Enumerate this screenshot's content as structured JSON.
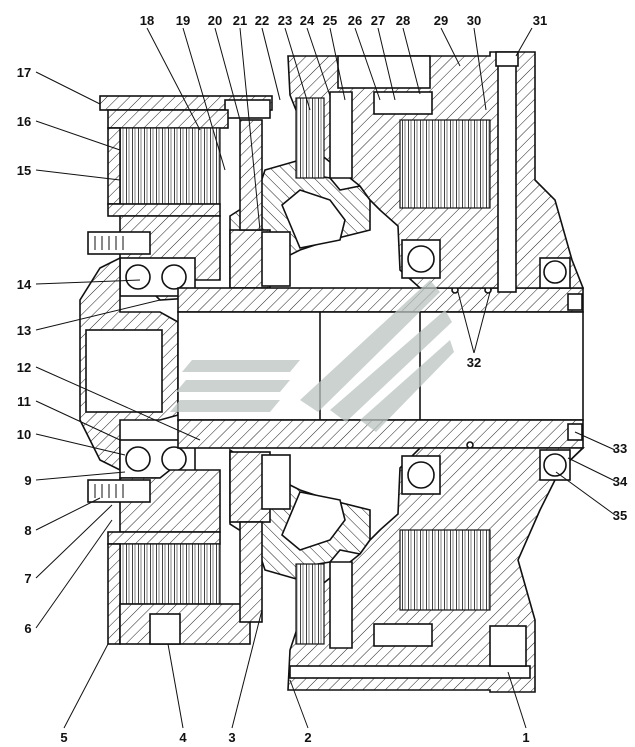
{
  "figure": {
    "type": "mechanical cross-section drawing",
    "subject": "clutch / gearbox assembly",
    "watermark_visible": true
  },
  "top_labels": [
    "18",
    "19",
    "20",
    "21",
    "22",
    "23",
    "24",
    "25",
    "26",
    "27",
    "28",
    "29",
    "30",
    "31"
  ],
  "left_labels": [
    "17",
    "16",
    "15",
    "14",
    "13",
    "12",
    "11",
    "10",
    "9",
    "8",
    "7",
    "6"
  ],
  "bottom_labels": [
    "5",
    "4",
    "3",
    "2",
    "1"
  ],
  "right_labels": [
    "32",
    "33",
    "34",
    "35"
  ]
}
